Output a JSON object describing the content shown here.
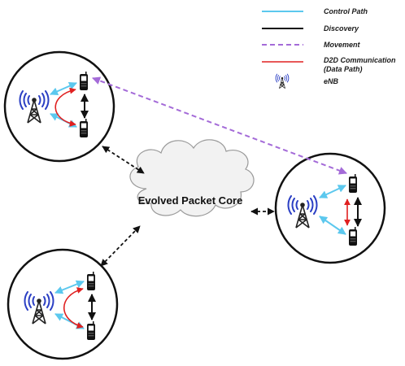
{
  "legend": {
    "control_path": "Control Path",
    "discovery": "Discovery",
    "movement": "Movement",
    "d2d_line1": "D2D Communication",
    "d2d_line2": "(Data Path)",
    "enb": "eNB"
  },
  "core": {
    "label": "Evolved Packet Core"
  },
  "cells": [
    {
      "name": "cell-top-left",
      "d2d_shape": "curved"
    },
    {
      "name": "cell-right",
      "d2d_shape": "straight"
    },
    {
      "name": "cell-bottom-left",
      "d2d_shape": "curved"
    }
  ],
  "colors": {
    "control_path": "#5cc8ee",
    "discovery": "#111111",
    "movement": "#a46bd8",
    "d2d": "#e02020",
    "enb_waves": "#2b3fc4",
    "cloud_fill": "#f2f2f2",
    "cloud_stroke": "#9a9a9a"
  },
  "icons": [
    "cell-tower-icon",
    "mobile-phone-icon",
    "cloud-icon"
  ]
}
